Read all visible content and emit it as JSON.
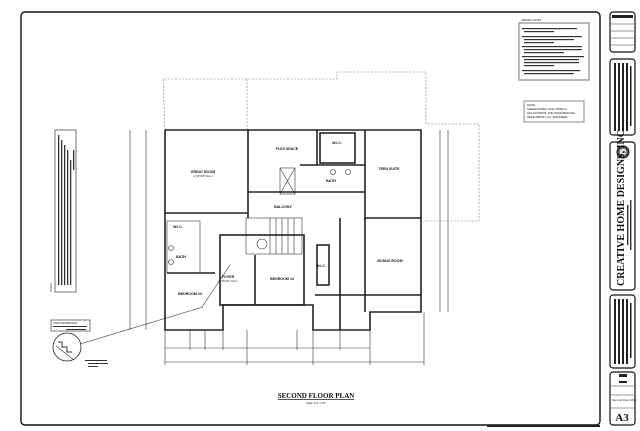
{
  "drawing": {
    "title": "SECOND FLOOR PLAN",
    "scale": "Scale: 1/4\" = 1'0\""
  },
  "rooms": [
    {
      "name": "GREAT ROOM",
      "note": "(2 STORY CLG.)"
    },
    {
      "name": "FLEX SPACE",
      "note": ""
    },
    {
      "name": "W.I.C.",
      "note": ""
    },
    {
      "name": "TEEN SUITE",
      "note": ""
    },
    {
      "name": "BATH",
      "note": ""
    },
    {
      "name": "BALCONY",
      "note": ""
    },
    {
      "name": "W.I.C.",
      "note": ""
    },
    {
      "name": "BATH",
      "note": ""
    },
    {
      "name": "FOYER",
      "note": "(2 STORY CLG.)"
    },
    {
      "name": "BEDROOM #4",
      "note": ""
    },
    {
      "name": "BEDROOM #3",
      "note": ""
    },
    {
      "name": "W.I.C.",
      "note": ""
    },
    {
      "name": "BONUS ROOM",
      "note": ""
    }
  ],
  "notes": {
    "general_heading": "GENERAL NOTES",
    "side_heading": "NOTES:",
    "note_box": [
      "NOTE:",
      "SHEAR PANEL/ HALL PANELS,",
      "HOLD DOWNS, AND WIND BRACING,",
      "DESIGNED BY LIC. ENGINEER"
    ],
    "stair_heading": "STAIR INFORMATION"
  },
  "title_block": {
    "company": "CREATIVE HOME DESIGNS, INC.",
    "sheet_title": "Second Floor Plan",
    "sheet_number": "A3"
  }
}
